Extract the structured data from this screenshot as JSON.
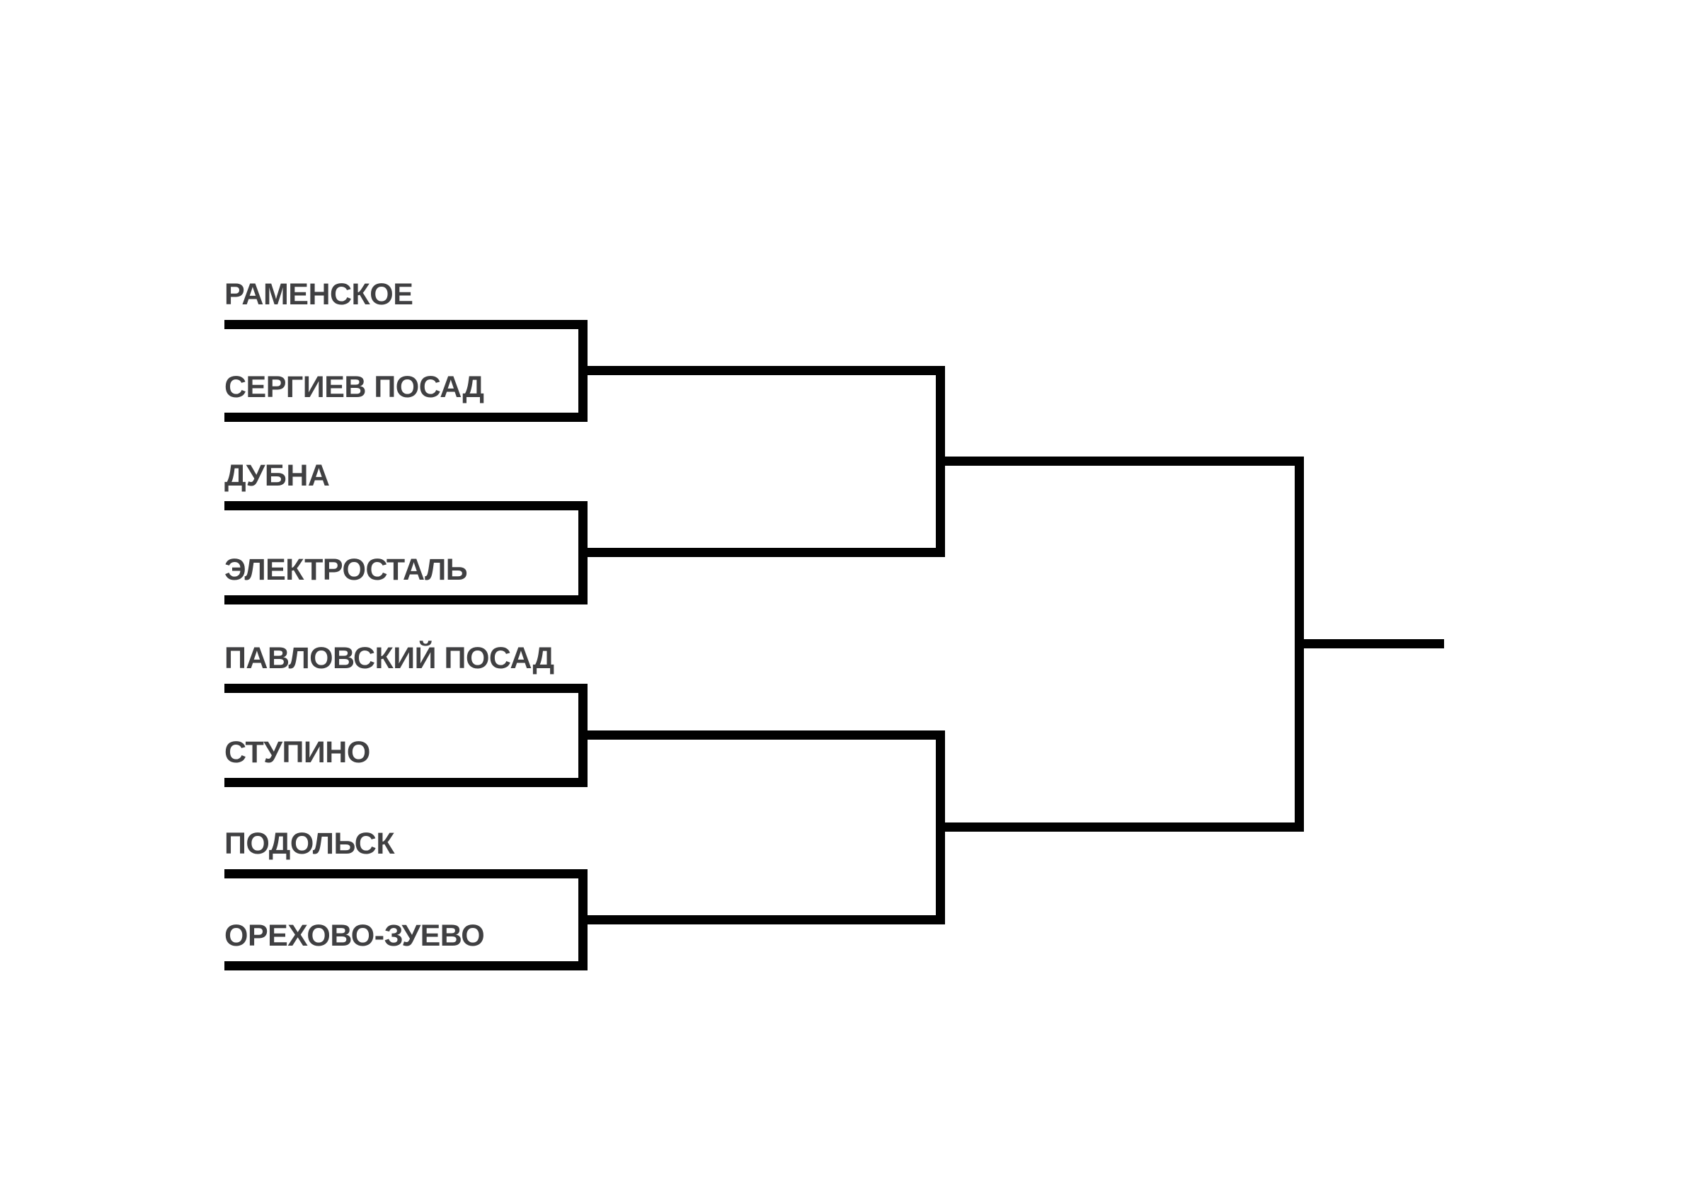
{
  "colors": {
    "line": "#010101",
    "text": "#404042"
  },
  "bracket": {
    "type": "tournament-bracket-single-elimination-8",
    "matches": [
      {
        "team1": "РАМЕНСКОЕ",
        "team2": "СЕРГИЕВ ПОСАД"
      },
      {
        "team1": "ДУБНА",
        "team2": "ЭЛЕКТРОСТАЛЬ"
      },
      {
        "team1": "ПАВЛОВСКИЙ ПОСАД",
        "team2": "СТУПИНО"
      },
      {
        "team1": "ПОДОЛЬСК",
        "team2": "ОРЕХОВО-ЗУЕВО"
      }
    ]
  }
}
